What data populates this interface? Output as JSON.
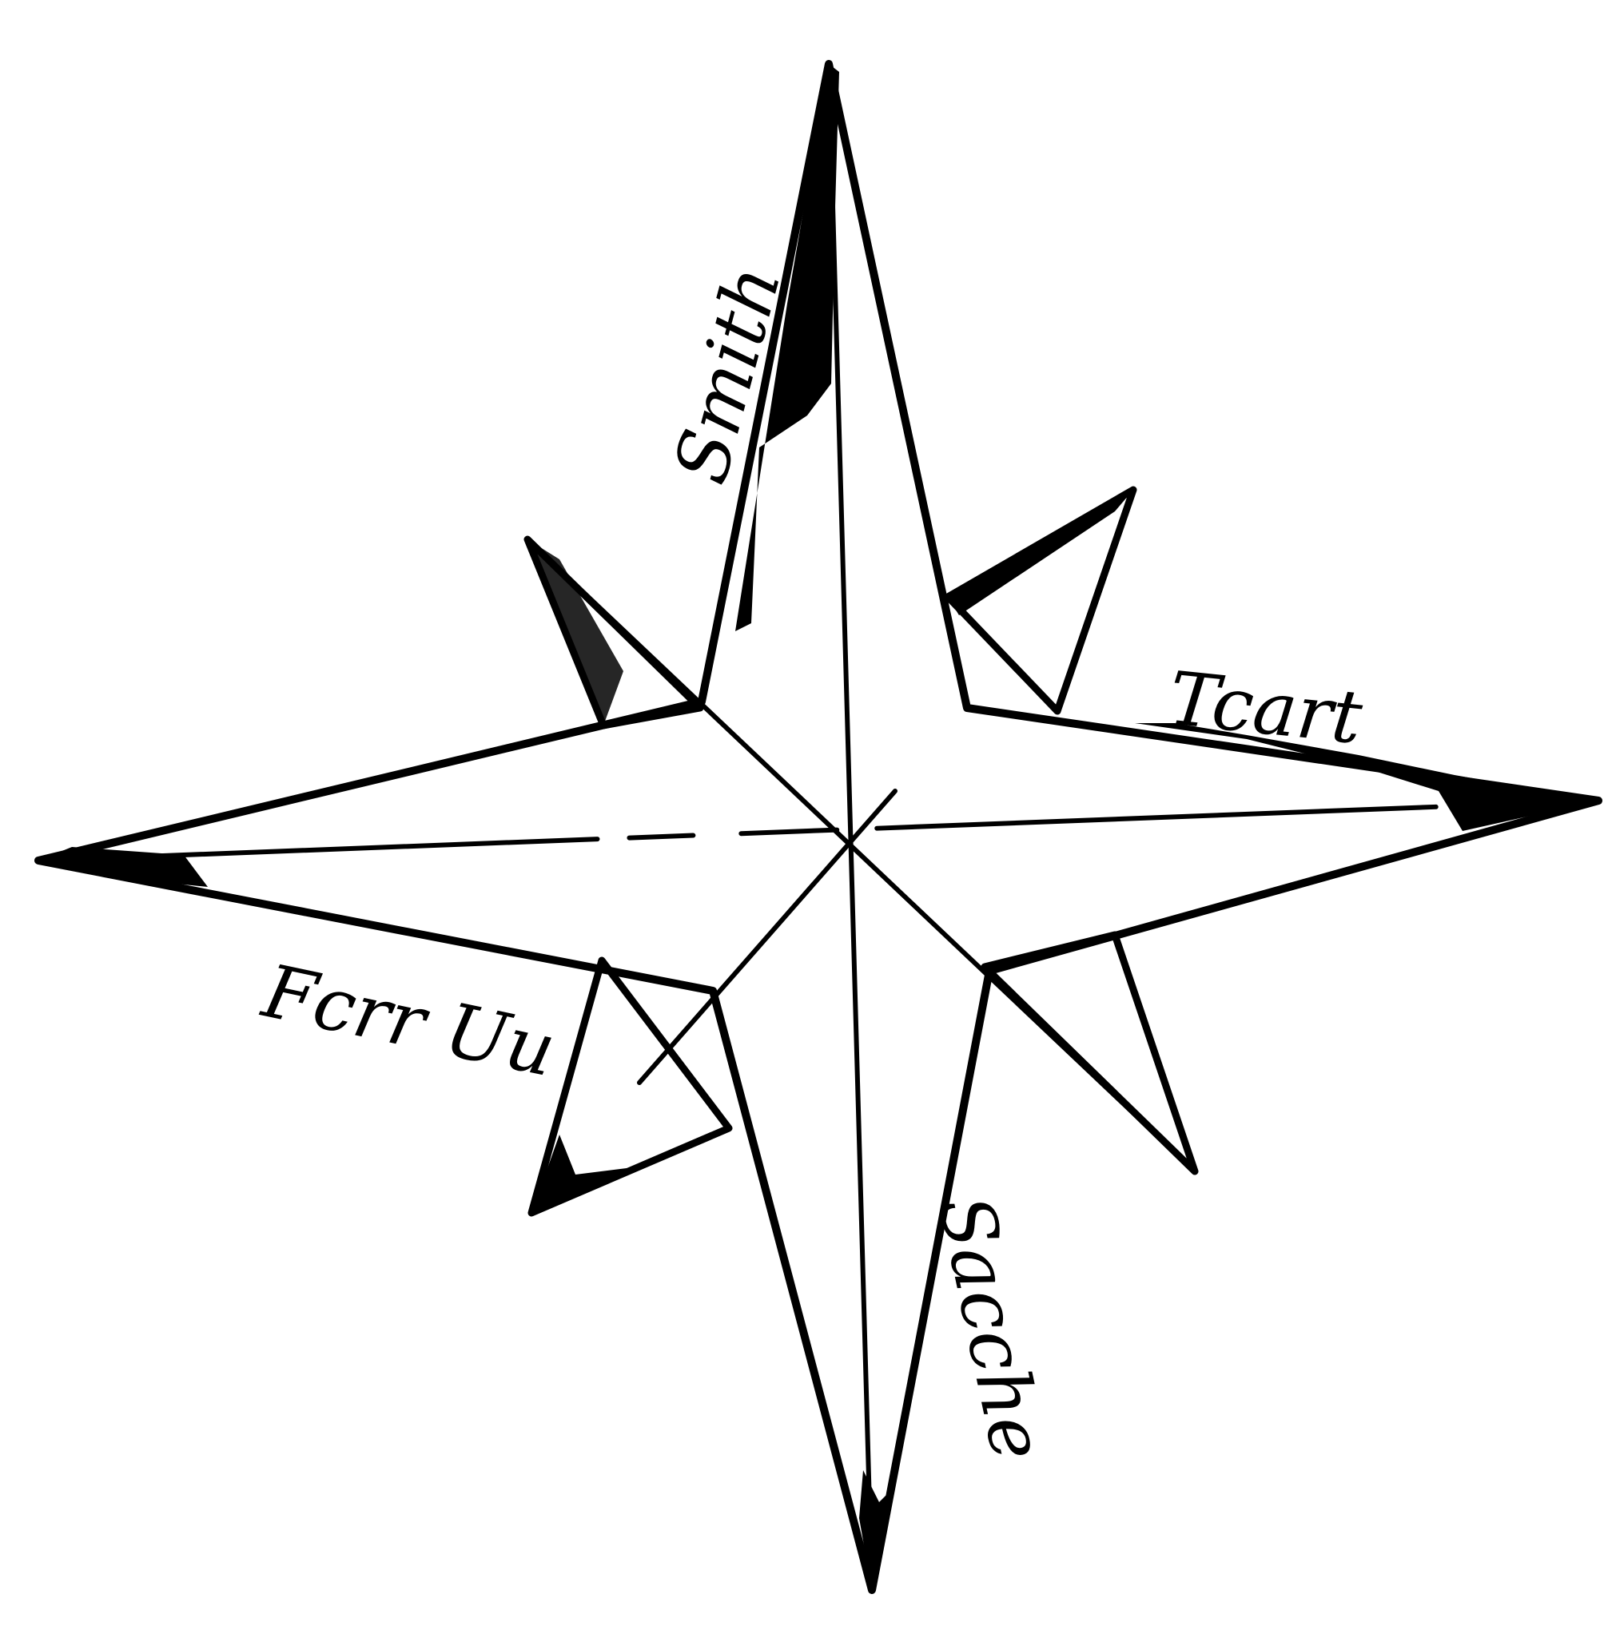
{
  "figure": {
    "kind": "compass-rose",
    "points": 8,
    "ink_color": "#000000",
    "background_color": "#ffffff"
  },
  "labels": {
    "north": "Smith",
    "east": "Tcart",
    "south": "Sacche",
    "west": "Fcrr Uu"
  }
}
